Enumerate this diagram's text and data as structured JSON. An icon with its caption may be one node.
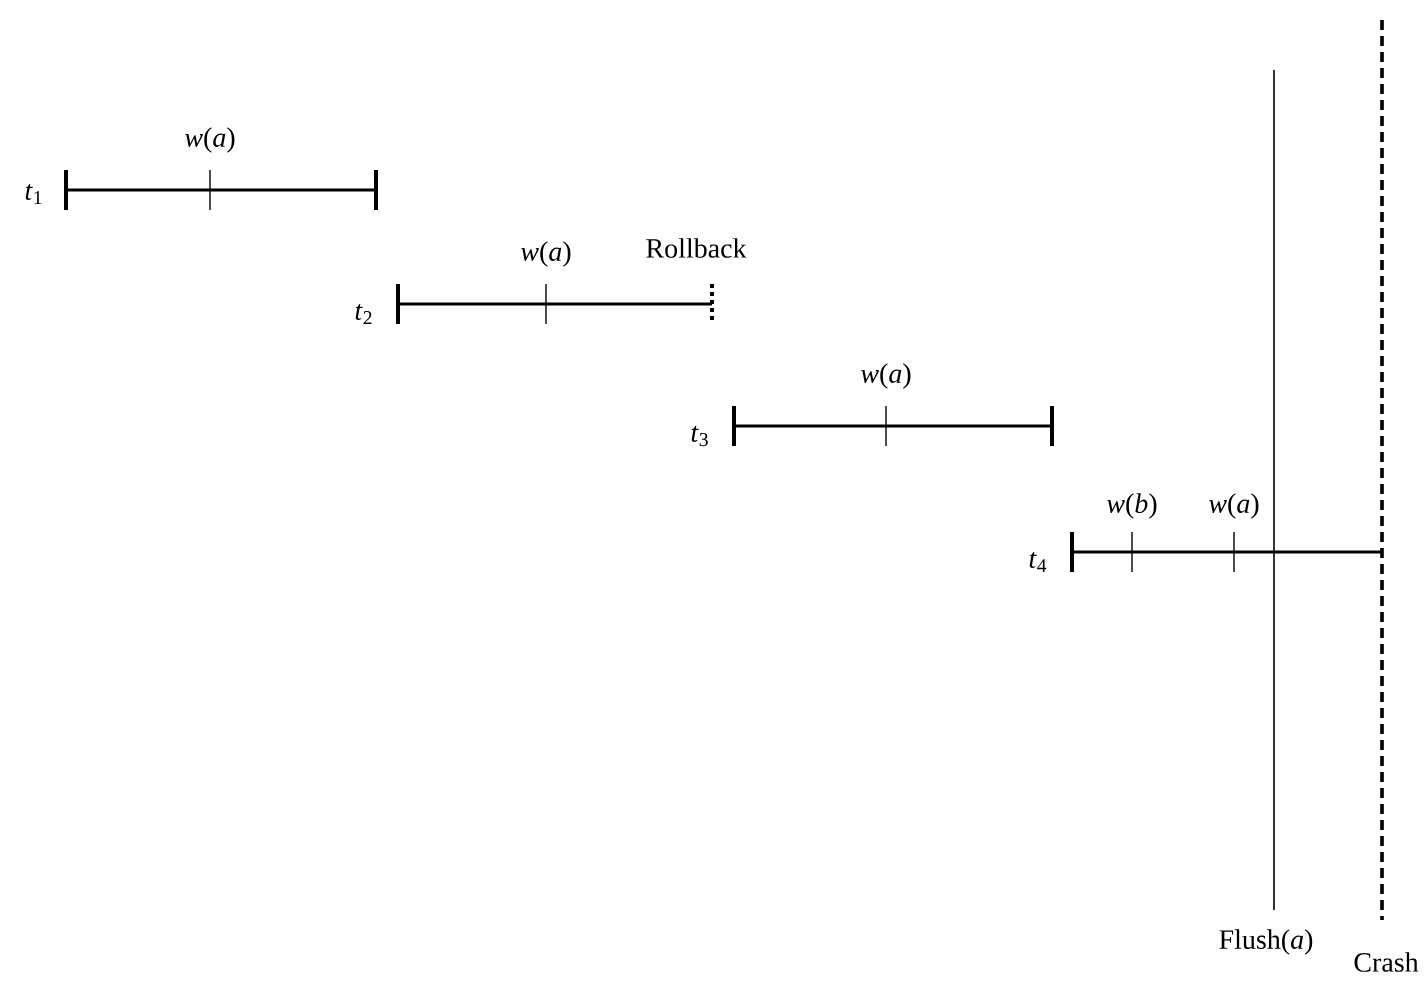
{
  "diagram": {
    "labels": [
      "*w*(*a*)",
      "*t*$_{1}$",
      "*w*(*a*)",
      "Rollback",
      "*t*$_{2}$",
      "*w*(*a*)",
      "*t*$_{3}$",
      "*w*(*b*)",
      "*w*(*a*)",
      "*t*$_{4}$",
      "Flush(*a*)",
      "Crash"
    ]
  }
}
